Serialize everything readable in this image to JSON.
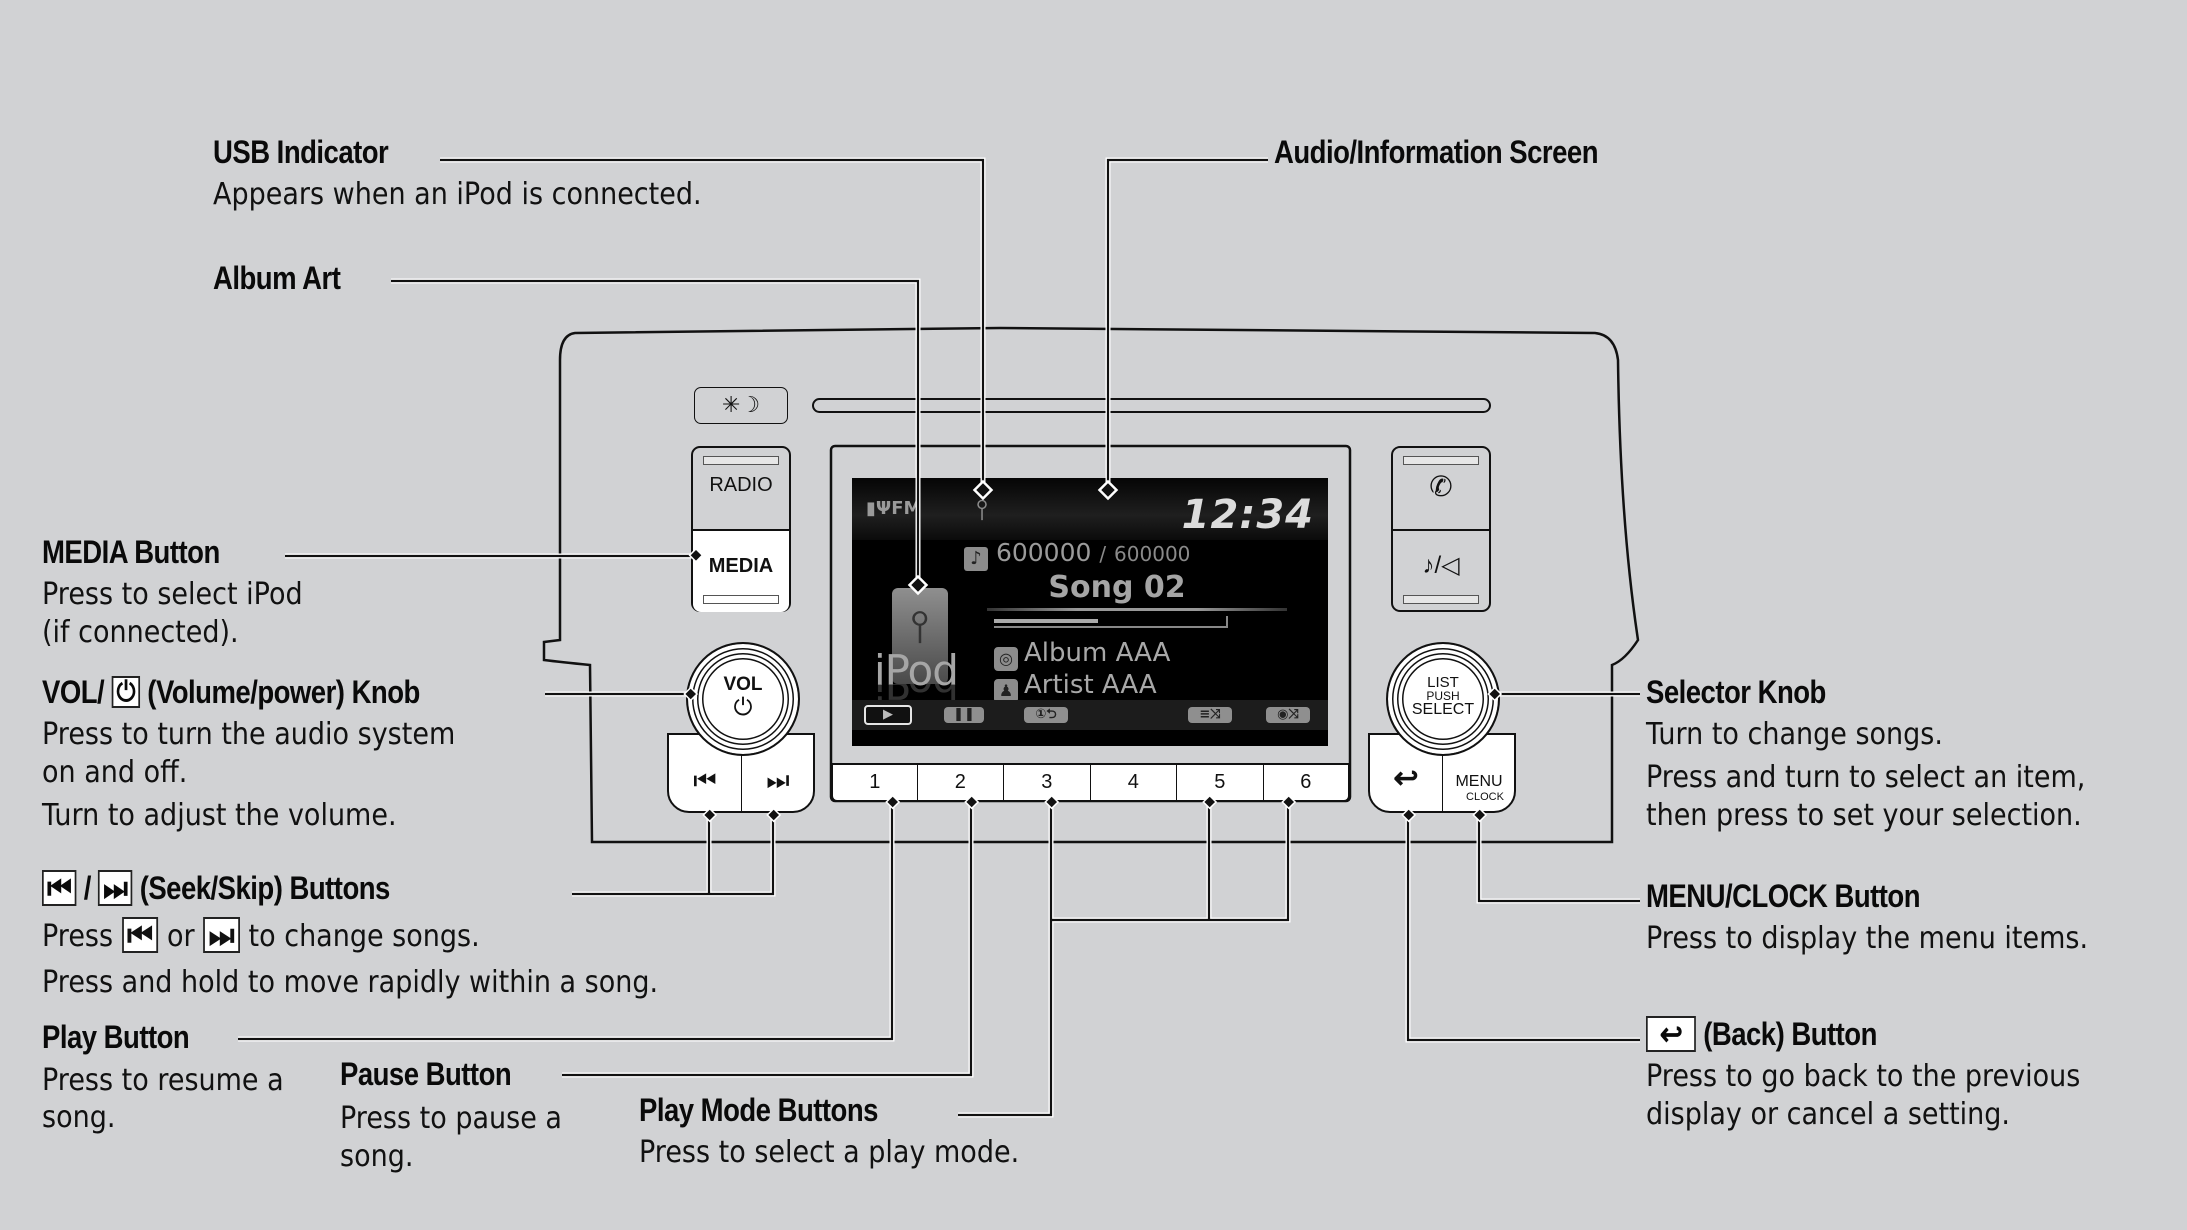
{
  "callouts": {
    "usb_indicator": {
      "title": "USB Indicator",
      "desc": [
        "Appears when an iPod is connected."
      ]
    },
    "album_art": {
      "title": "Album Art",
      "desc": []
    },
    "audio_screen": {
      "title": "Audio/Information Screen",
      "desc": []
    },
    "media_button": {
      "title": "MEDIA Button",
      "desc": [
        "Press to select iPod",
        "(if connected)."
      ]
    },
    "vol_knob": {
      "title_prefix": "VOL/",
      "title_icon": "power-icon",
      "title_suffix": "(Volume/power) Knob",
      "desc": [
        "Press to turn the audio system",
        "on and off.",
        "Turn to adjust the volume."
      ]
    },
    "seek_skip": {
      "title_sep": "/",
      "title_suffix": "(Seek/Skip) Buttons",
      "desc_press": "Press",
      "desc_or": "or",
      "desc_rest": "to change songs.",
      "desc2": "Press and hold to move rapidly within a song."
    },
    "play_button": {
      "title": "Play Button",
      "desc": [
        "Press to resume a",
        "song."
      ]
    },
    "pause_button": {
      "title": "Pause Button",
      "desc": [
        "Press to pause a",
        "song."
      ]
    },
    "play_mode": {
      "title": "Play Mode Buttons",
      "desc": [
        "Press to select a play mode."
      ]
    },
    "selector_knob": {
      "title": "Selector Knob",
      "desc": [
        "Turn to change songs.",
        "Press and turn to select an item,",
        "then press to set your selection."
      ]
    },
    "menu_clock": {
      "title": "MENU/CLOCK Button",
      "desc": [
        "Press to display the menu items."
      ]
    },
    "back_button": {
      "title_suffix": "(Back) Button",
      "desc": [
        "Press to go back to the previous",
        "display or cancel a setting."
      ]
    }
  },
  "head_unit": {
    "day_night_icon": "✳☽",
    "radio_label": "RADIO",
    "media_label": "MEDIA",
    "phone_icon": "✆",
    "music_speaker_label": "♪/◁",
    "vol_label": "VOL",
    "power_icon": "⏻",
    "seek_prev_icon": "⏮",
    "seek_next_icon": "⏭",
    "selector_lines": [
      "LIST",
      "PUSH",
      "SELECT"
    ],
    "back_icon": "↩",
    "menu_label": "MENU",
    "clock_label": "CLOCK",
    "presets": [
      "1",
      "2",
      "3",
      "4",
      "5",
      "6"
    ]
  },
  "screen": {
    "status_text": "FM",
    "clock": "12:34",
    "track_number": "600000",
    "track_sep": "/",
    "track_total": "600000",
    "song": "Song 02",
    "progress": 0.45,
    "album": "Album AAA",
    "artist": "Artist AAA",
    "source_label": "iPod",
    "controls": [
      {
        "name": "play",
        "icon": "▶",
        "active": true
      },
      {
        "name": "pause",
        "icon": "❚❚",
        "active": false
      },
      {
        "name": "repeat-one",
        "icon": "①⮌",
        "active": false
      },
      {
        "name": "shuffle",
        "icon": "≡⤨",
        "active": false
      },
      {
        "name": "shuffle-album",
        "icon": "◉⤨",
        "active": false
      }
    ]
  }
}
